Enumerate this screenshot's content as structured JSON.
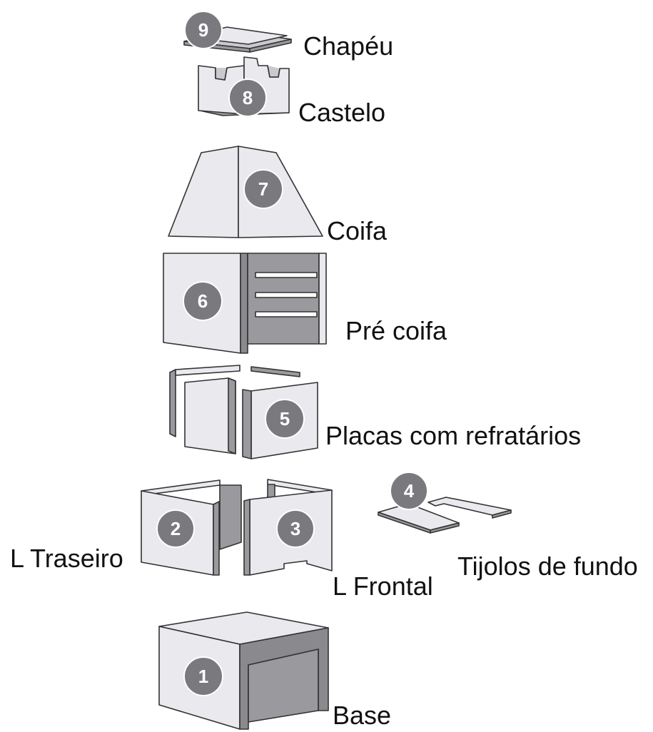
{
  "parts": [
    {
      "number": "1",
      "label": "Base"
    },
    {
      "number": "2",
      "label": "L Traseiro"
    },
    {
      "number": "3",
      "label": "L Frontal"
    },
    {
      "number": "4",
      "label": "Tijolos de fundo"
    },
    {
      "number": "5",
      "label": "Placas com refratários"
    },
    {
      "number": "6",
      "label": "Pré coifa"
    },
    {
      "number": "7",
      "label": "Coifa"
    },
    {
      "number": "8",
      "label": "Castelo"
    },
    {
      "number": "9",
      "label": "Chapéu"
    }
  ],
  "colors": {
    "light_face": "#e9e9ee",
    "shade_face": "#9a9a9e",
    "badge": "#7a7a7e",
    "outline": "#333333"
  }
}
